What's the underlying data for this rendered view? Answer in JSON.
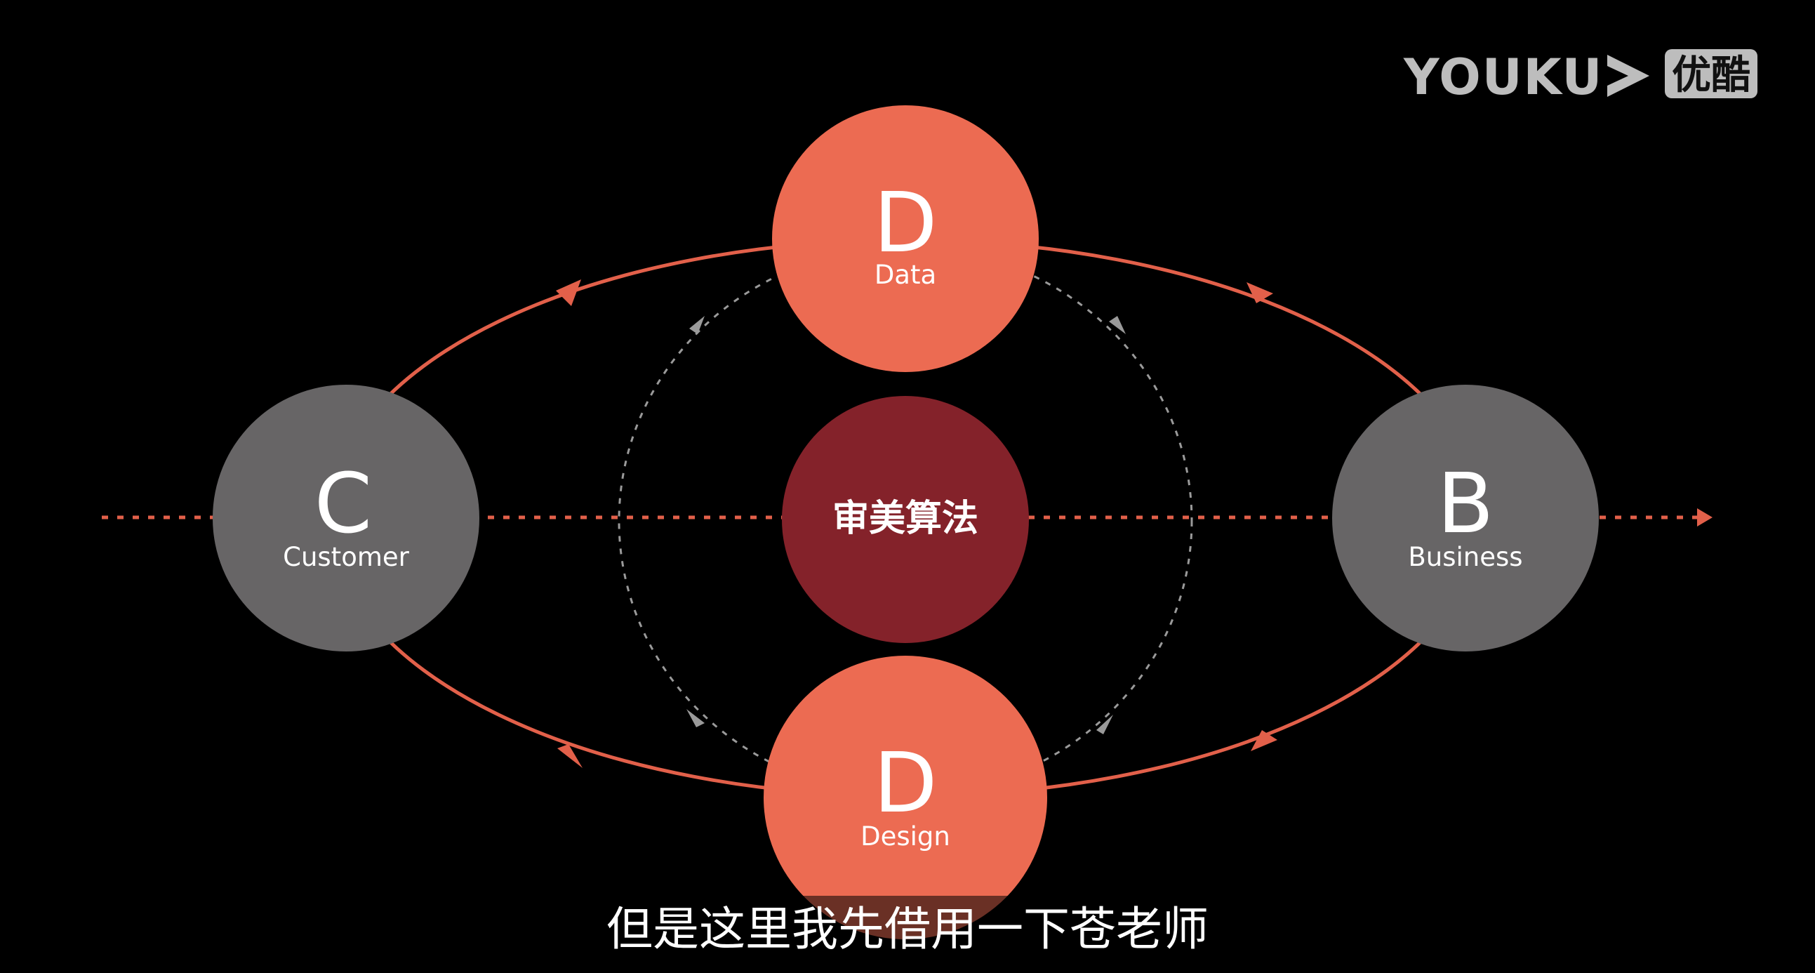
{
  "watermark": {
    "brand_text": "YOUKU",
    "brand_cn": "优酷",
    "color": "#bdbdbd"
  },
  "diagram": {
    "nodes": {
      "customer": {
        "letter": "C",
        "label": "Customer",
        "color": "#676566"
      },
      "business": {
        "letter": "B",
        "label": "Business",
        "color": "#676566"
      },
      "data": {
        "letter": "D",
        "label": "Data",
        "color": "#ec6b52"
      },
      "design": {
        "letter": "D",
        "label": "Design",
        "color": "#ec6b52"
      },
      "center": {
        "label": "审美算法",
        "color": "#84222a"
      }
    },
    "colors": {
      "outer_loop": "#e2604a",
      "axis": "#e2604a",
      "inner_loop": "#9a9a9a",
      "background": "#000000"
    }
  },
  "subtitle": "但是这里我先借用一下苍老师"
}
